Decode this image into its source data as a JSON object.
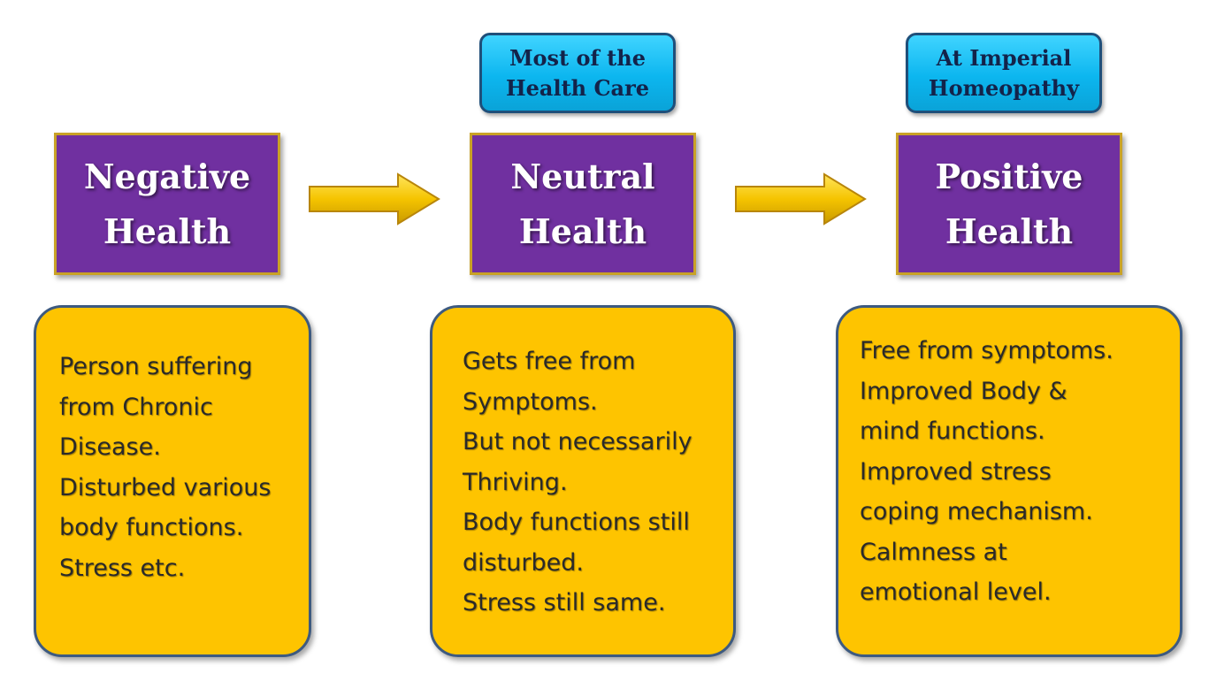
{
  "tags": [
    {
      "text": "Most of the\nHealth Care"
    },
    {
      "text": "At Imperial\nHomeopathy"
    }
  ],
  "stages": [
    {
      "title": "Negative\nHealth"
    },
    {
      "title": "Neutral\nHealth"
    },
    {
      "title": "Positive\nHealth"
    }
  ],
  "descriptions": [
    {
      "text": "Person suffering\n from Chronic\nDisease.\nDisturbed various\nbody functions.\nStress etc."
    },
    {
      "text": "Gets free from\nSymptoms.\nBut not necessarily\nThriving.\nBody functions still\ndisturbed.\nStress still same."
    },
    {
      "text": "Free from symptoms.\nImproved Body &\nmind functions.\nImproved stress\ncoping mechanism.\nCalmness at\nemotional level."
    }
  ],
  "colors": {
    "stage_fill": "#7030a0",
    "description_fill": "#fec400",
    "tag_fill": "#0cb6ef",
    "arrow_fill": "#f5c400"
  }
}
